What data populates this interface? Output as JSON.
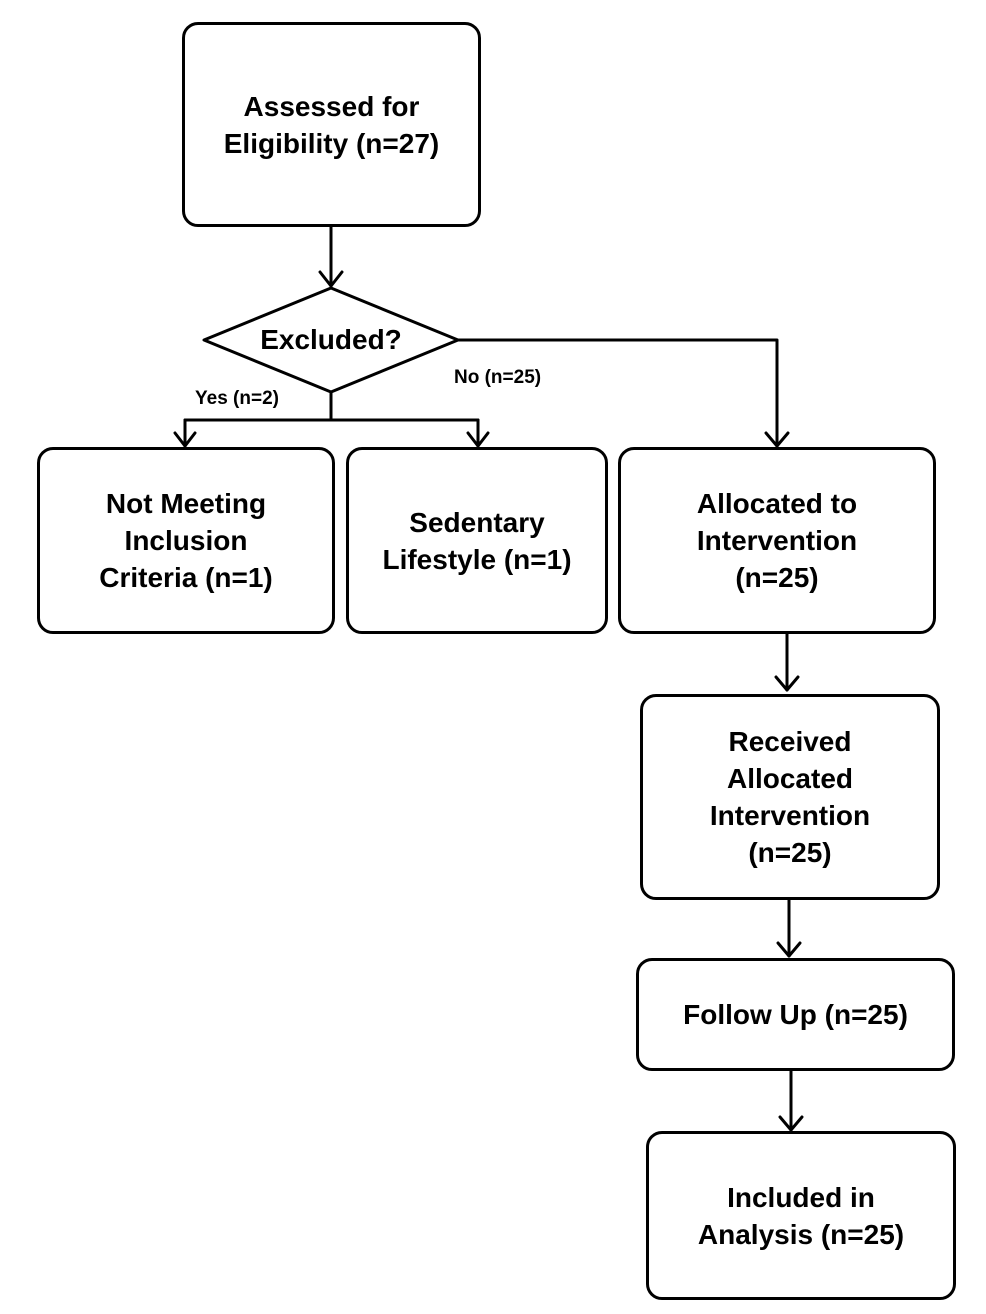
{
  "nodes": {
    "assessed": "Assessed for\nEligibility (n=27)",
    "excluded_decision": "Excluded?",
    "not_meeting": "Not Meeting\nInclusion\nCriteria (n=1)",
    "sedentary": "Sedentary\nLifestyle (n=1)",
    "allocated": "Allocated to\nIntervention\n(n=25)",
    "received": "Received\nAllocated\nIntervention\n(n=25)",
    "follow_up": "Follow Up (n=25)",
    "included": "Included in\nAnalysis (n=25)"
  },
  "edge_labels": {
    "yes": "Yes (n=2)",
    "no": "No (n=25)"
  },
  "colors": {
    "stroke": "#000000",
    "fill": "#ffffff"
  }
}
